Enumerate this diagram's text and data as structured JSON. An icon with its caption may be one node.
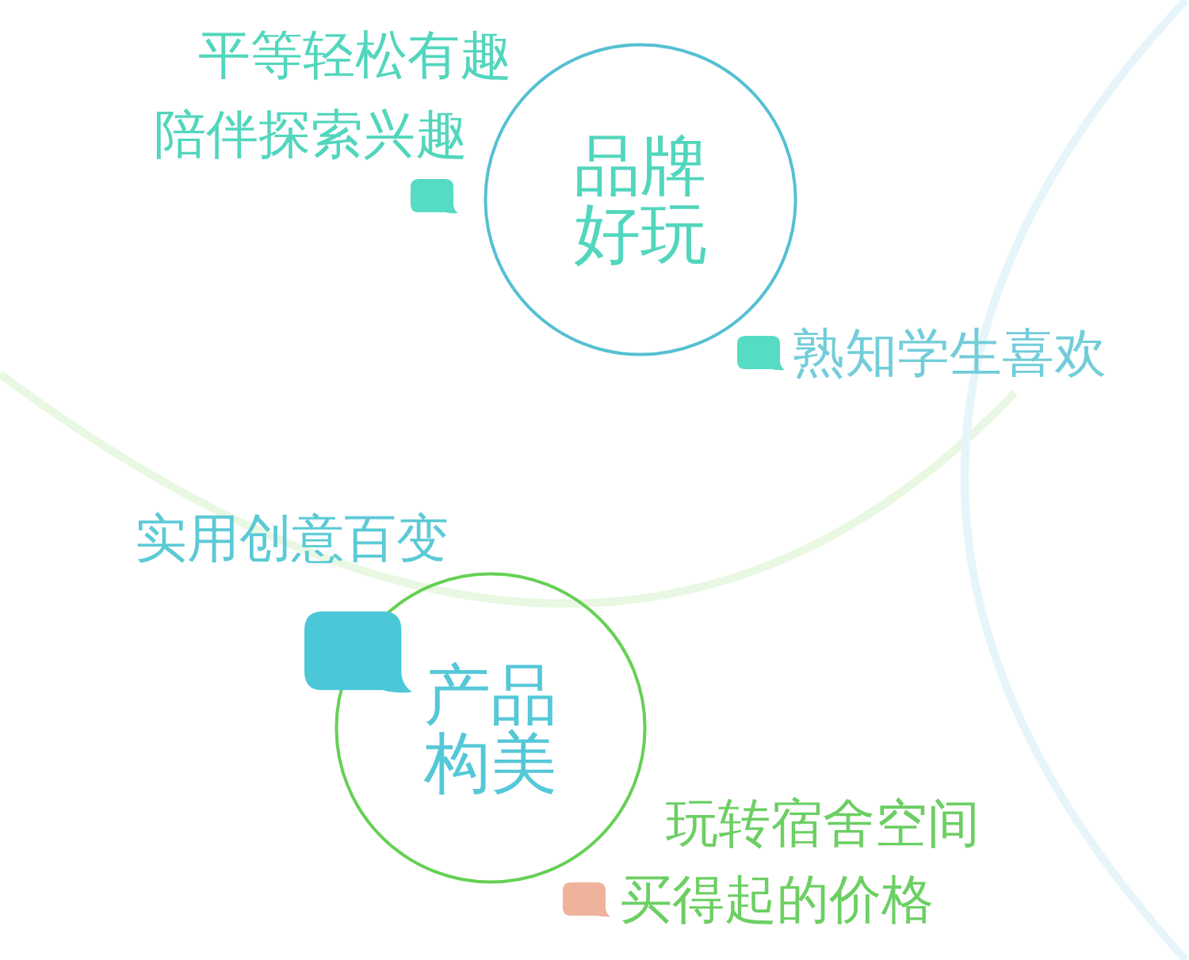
{
  "diagram": {
    "nodes": [
      {
        "text": [
          "品牌好玩"
        ],
        "beside": [
          "平等轻松有趣",
          "陪伴探索兴趣",
          "熟知学生喜欢"
        ]
      },
      {
        "text": [
          "产品构美"
        ],
        "beside": [
          "实用创意百变",
          "玩转宿舍空间",
          "买得起的价格"
        ]
      }
    ]
  }
}
